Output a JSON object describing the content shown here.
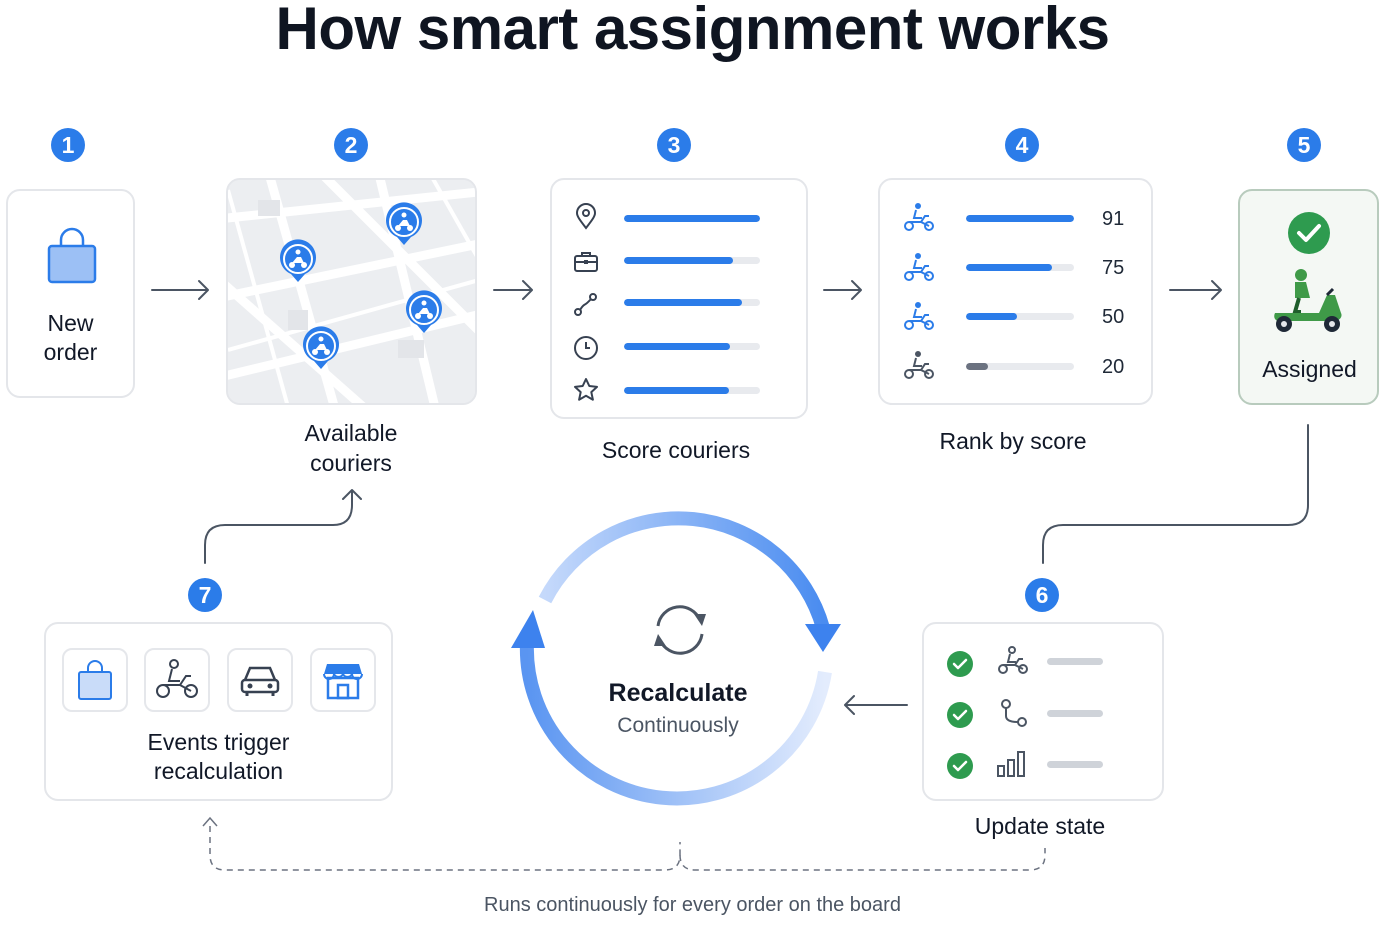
{
  "title": "How smart assignment works",
  "steps": [
    {
      "num": "1",
      "label_line1": "New",
      "label_line2": "order"
    },
    {
      "num": "2",
      "label_line1": "Available",
      "label_line2": "couriers"
    },
    {
      "num": "3",
      "label": "Score couriers"
    },
    {
      "num": "4",
      "label": "Rank by score"
    },
    {
      "num": "5",
      "label": "Assigned"
    },
    {
      "num": "6",
      "label": "Update state"
    },
    {
      "num": "7",
      "label_line1": "Events trigger",
      "label_line2": "recalculation"
    }
  ],
  "score_rows": [
    {
      "icon": "location-pin-icon",
      "fill": 1.0
    },
    {
      "icon": "briefcase-icon",
      "fill": 0.8
    },
    {
      "icon": "route-icon",
      "fill": 0.87
    },
    {
      "icon": "clock-icon",
      "fill": 0.78
    },
    {
      "icon": "star-icon",
      "fill": 0.77
    }
  ],
  "rank_rows": [
    {
      "score": "91",
      "fill": 1.0,
      "color": "#2b7ce9"
    },
    {
      "score": "75",
      "fill": 0.8,
      "color": "#2b7ce9"
    },
    {
      "score": "50",
      "fill": 0.47,
      "color": "#2b7ce9"
    },
    {
      "score": "20",
      "fill": 0.2,
      "color": "#6b7280"
    }
  ],
  "update_rows": [
    {
      "icon": "scooter-icon"
    },
    {
      "icon": "route-icon"
    },
    {
      "icon": "bar-chart-icon"
    }
  ],
  "event_icons": [
    "shopping-bag-icon",
    "scooter-rider-icon",
    "car-icon",
    "storefront-icon"
  ],
  "center": {
    "title": "Recalculate",
    "subtitle": "Continuously"
  },
  "footer": "Runs continuously for every order on the board",
  "colors": {
    "accent": "#2b7ce9",
    "check_green": "#2e9b4f",
    "scooter_green": "#3f9a48",
    "ring": "#8fb4f5"
  }
}
